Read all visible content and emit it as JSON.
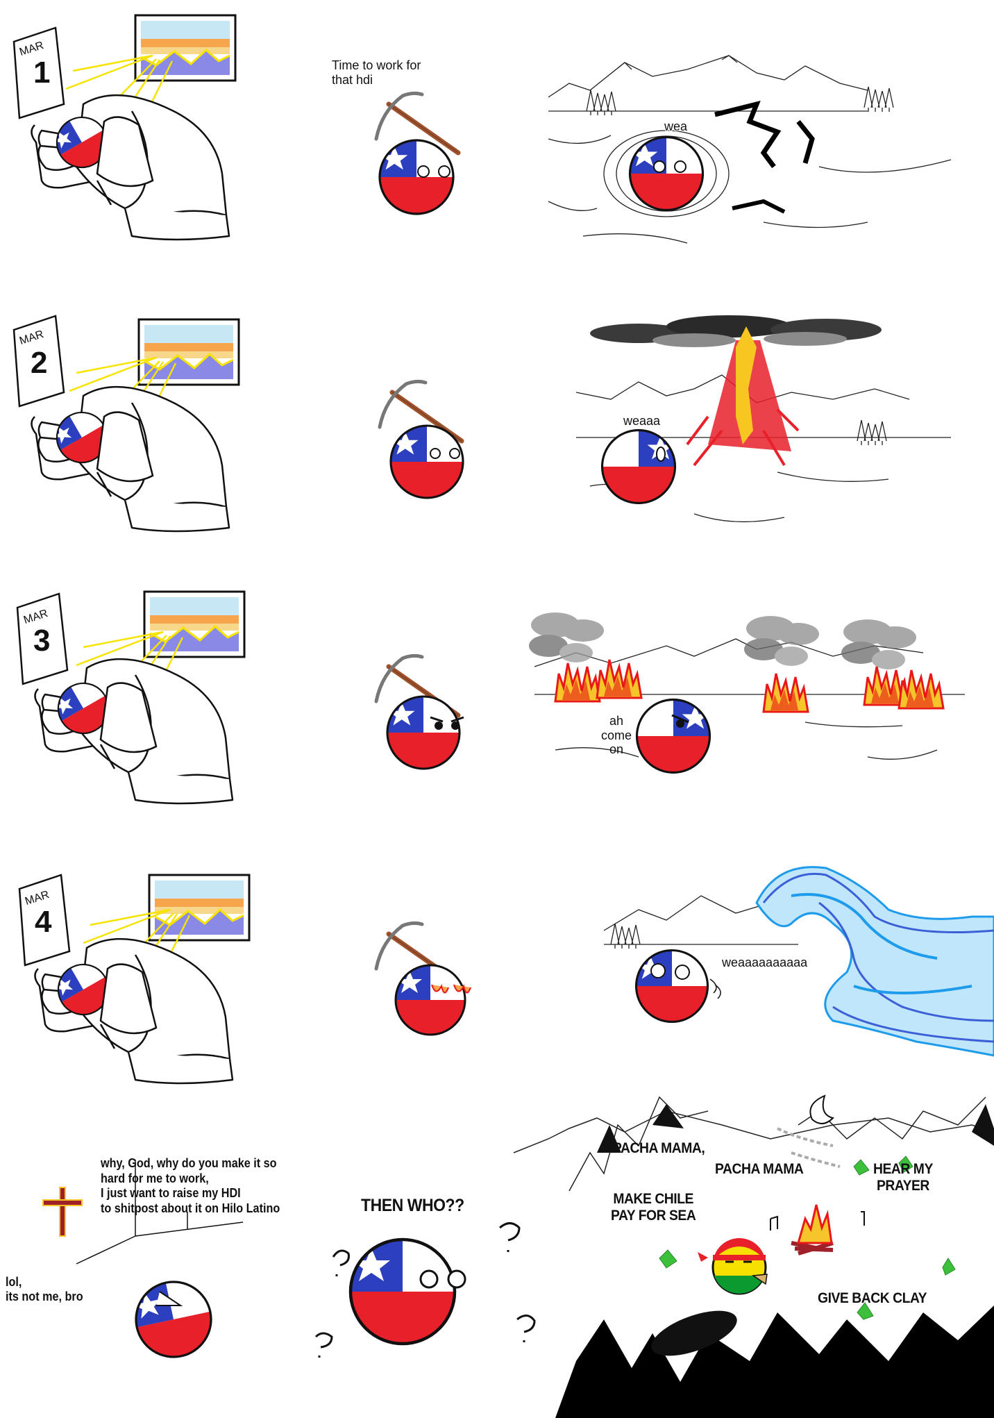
{
  "comic": {
    "rows": [
      {
        "calendar_month": "MAR",
        "calendar_day": "1",
        "work_caption": "Time to work for\nthat hdi",
        "disaster": "earthquake",
        "reaction": "wea"
      },
      {
        "calendar_month": "MAR",
        "calendar_day": "2",
        "disaster": "volcano",
        "reaction": "weaaa"
      },
      {
        "calendar_month": "MAR",
        "calendar_day": "3",
        "disaster": "wildfire",
        "reaction": "ah\ncome\non"
      },
      {
        "calendar_month": "MAR",
        "calendar_day": "4",
        "disaster": "tsunami",
        "reaction": "weaaaaaaaaaa"
      }
    ],
    "final_row": {
      "prayer": "why, God, why do you make it so\nhard for me to work,\n  I just want to  raise my HDI\n   to shitpost about it on Hilo Latino",
      "god_reply": "lol,\nits not me, bro",
      "then_who": "THEN WHO??",
      "chant_1": "PACHA MAMA,",
      "chant_2": "PACHA MAMA",
      "chant_3": "HEAR MY\nPRAYER",
      "chant_4": "MAKE CHILE\nPAY FOR SEA",
      "chant_5": "GIVE BACK CLAY"
    }
  },
  "colors": {
    "chile_red": "#e8202a",
    "chile_blue": "#2b3fbf",
    "sky_blue": "#c7e7f5",
    "sunset_orange": "#f6a54c",
    "mountain_violet": "#8a8ae6",
    "sun_ray": "#f7e300",
    "lava": "#e81818",
    "wave_blue": "#1e9bea",
    "pickaxe_wood": "#a0522d",
    "bolivia_yellow": "#f5e000",
    "bolivia_green": "#0a9a30",
    "grass_green": "#3cc03c"
  },
  "icons": [
    "calendar-icon",
    "window-icon",
    "bed-icon",
    "pickaxe-icon",
    "cross-icon",
    "campfire-icon",
    "moon-icon",
    "question-mark-icon",
    "music-note-icon"
  ]
}
